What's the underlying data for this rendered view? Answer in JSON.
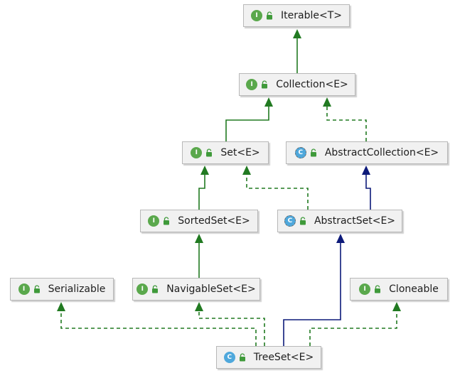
{
  "colors": {
    "interface_edge": "#217a21",
    "class_edge": "#0d1a7a",
    "interface_badge": "#5aa84c",
    "class_badge": "#4fa8dc"
  },
  "nodes": {
    "iterable": {
      "label": "Iterable<T>",
      "badge": "I",
      "kind": "interface"
    },
    "collection": {
      "label": "Collection<E>",
      "badge": "I",
      "kind": "interface"
    },
    "set": {
      "label": "Set<E>",
      "badge": "I",
      "kind": "interface"
    },
    "abstract_collection": {
      "label": "AbstractCollection<E>",
      "badge": "C",
      "kind": "abstract-class"
    },
    "sorted_set": {
      "label": "SortedSet<E>",
      "badge": "I",
      "kind": "interface"
    },
    "abstract_set": {
      "label": "AbstractSet<E>",
      "badge": "C",
      "kind": "abstract-class"
    },
    "serializable": {
      "label": "Serializable",
      "badge": "I",
      "kind": "interface"
    },
    "navigable_set": {
      "label": "NavigableSet<E>",
      "badge": "I",
      "kind": "interface"
    },
    "cloneable": {
      "label": "Cloneable",
      "badge": "I",
      "kind": "interface"
    },
    "tree_set": {
      "label": "TreeSet<E>",
      "badge": "C",
      "kind": "class"
    }
  },
  "edges": [
    {
      "from": "collection",
      "to": "iterable",
      "type": "extends-interface"
    },
    {
      "from": "set",
      "to": "collection",
      "type": "extends-interface"
    },
    {
      "from": "abstract_collection",
      "to": "collection",
      "type": "implements"
    },
    {
      "from": "sorted_set",
      "to": "set",
      "type": "extends-interface"
    },
    {
      "from": "abstract_set",
      "to": "set",
      "type": "implements"
    },
    {
      "from": "abstract_set",
      "to": "abstract_collection",
      "type": "extends-class"
    },
    {
      "from": "navigable_set",
      "to": "sorted_set",
      "type": "extends-interface"
    },
    {
      "from": "tree_set",
      "to": "abstract_set",
      "type": "extends-class"
    },
    {
      "from": "tree_set",
      "to": "serializable",
      "type": "implements"
    },
    {
      "from": "tree_set",
      "to": "navigable_set",
      "type": "implements"
    },
    {
      "from": "tree_set",
      "to": "cloneable",
      "type": "implements"
    }
  ]
}
